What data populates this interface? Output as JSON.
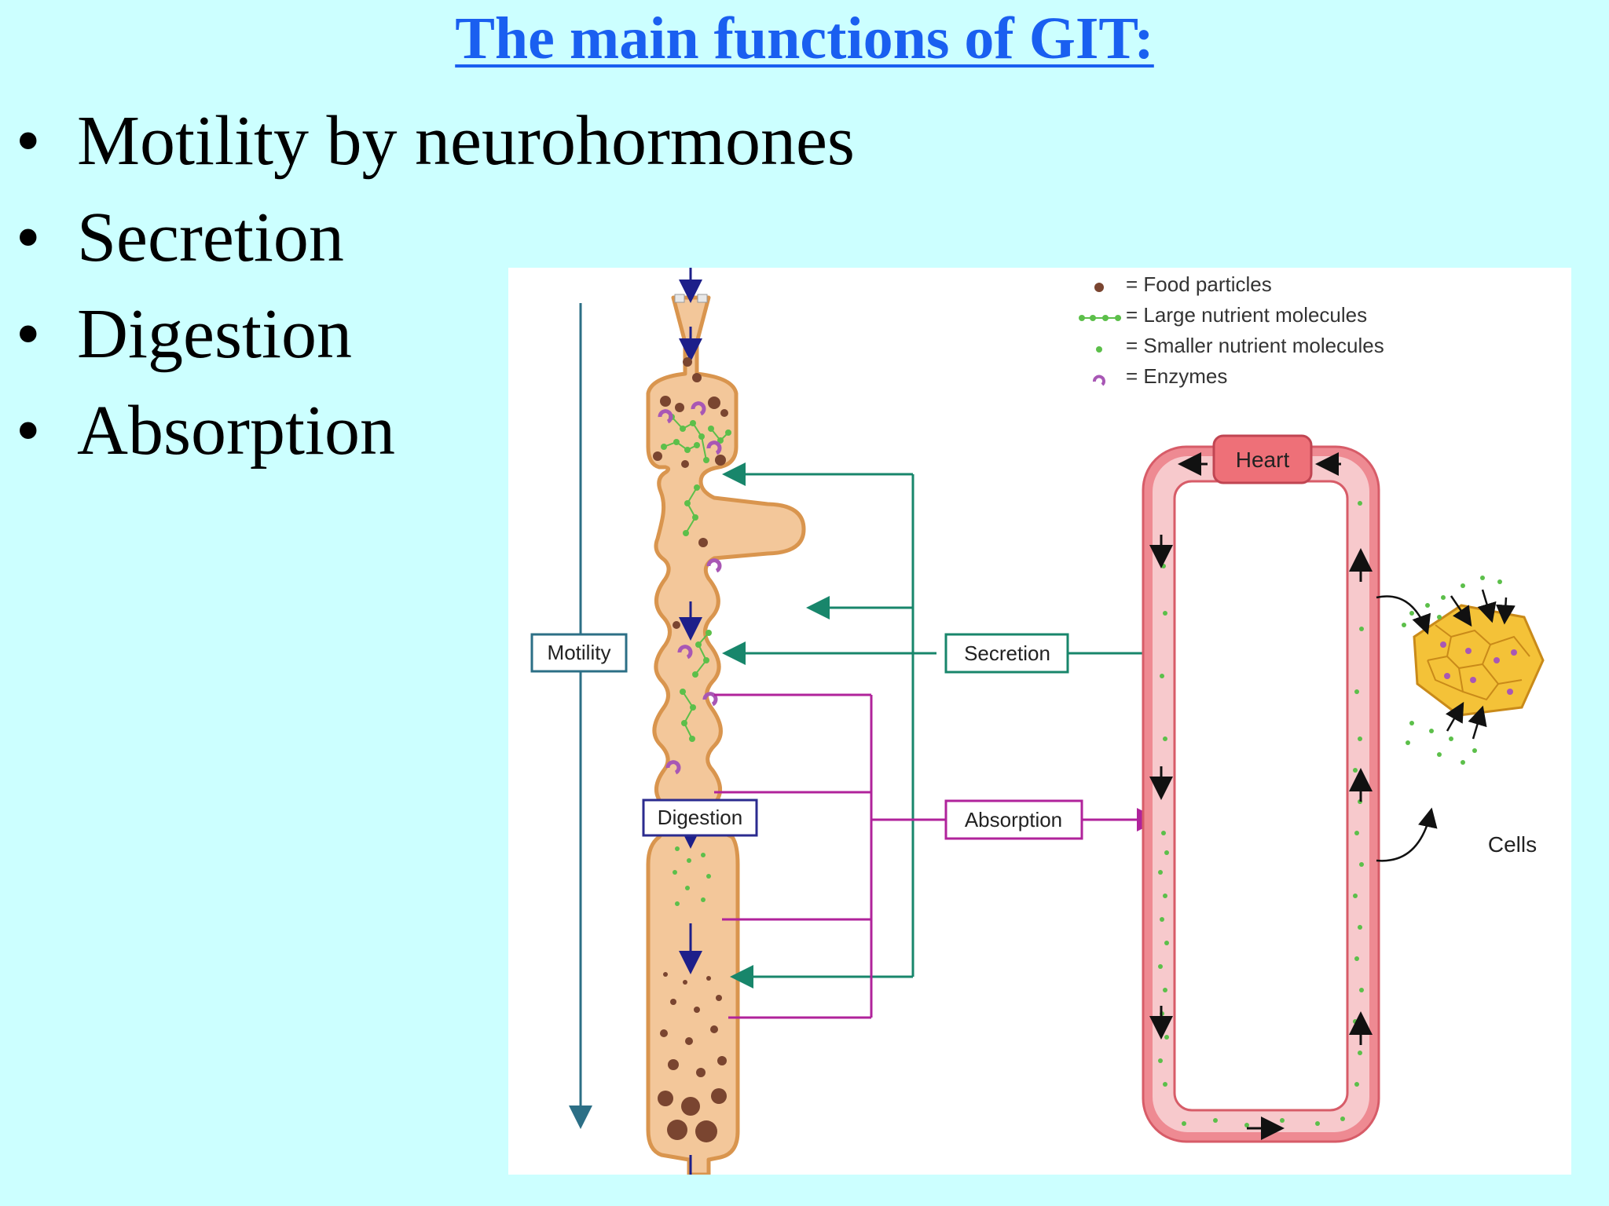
{
  "slide": {
    "title": "The main functions of GIT:",
    "bullets": [
      "Motility by neurohormones",
      "Secretion",
      "Digestion",
      "Absorption"
    ],
    "bullet_char": "•"
  },
  "figure": {
    "legend": [
      "= Food particles",
      "= Large nutrient molecules",
      "= Smaller nutrient molecules",
      "= Enzymes"
    ],
    "labels": {
      "motility": "Motility",
      "secretion": "Secretion",
      "digestion": "Digestion",
      "absorption": "Absorption",
      "heart": "Heart",
      "cells": "Cells"
    },
    "colors": {
      "background": "#ccffff",
      "title": "#1a5ff0",
      "gut_fill": "#f3c79a",
      "gut_outline": "#d9954e",
      "food": "#7a4530",
      "large_molecule": "#5cbf4a",
      "enzyme": "#a857b5",
      "secretion_line": "#18866b",
      "absorption_line": "#b0239b",
      "motility_line": "#2c6f86",
      "vessel": "#ee8a92",
      "vessel_inner": "#f7c9cc",
      "cells": "#f4c238"
    }
  }
}
